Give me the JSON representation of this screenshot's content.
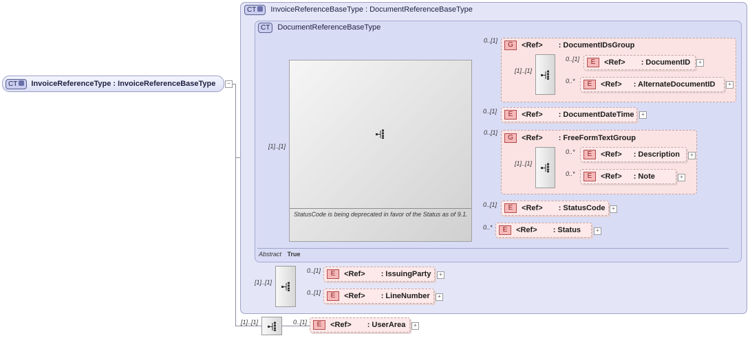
{
  "root": {
    "badge": "CT",
    "title": "InvoiceReferenceType : InvoiceReferenceBaseType"
  },
  "outer_ct": {
    "badge": "CT",
    "title": "InvoiceReferenceBaseType : DocumentReferenceBaseType"
  },
  "inner_ct": {
    "badge": "CT",
    "title": "DocumentReferenceBaseType",
    "annotation": "StatusCode is being deprecated in favor of the Status as of 9.1.",
    "abstract_label": "Abstract",
    "abstract_value": "True"
  },
  "ref": "<Ref>",
  "groups": {
    "doc_ids": {
      "tag": "G",
      "name": ": DocumentIDsGroup",
      "card": "0..[1]",
      "seq_card": "[1]..[1]"
    },
    "free_form": {
      "tag": "G",
      "name": ": FreeFormTextGroup",
      "card": "0..[1]",
      "seq_card": "[1]..[1]"
    }
  },
  "elements": {
    "document_id": {
      "tag": "E",
      "name": ": DocumentID",
      "card": "0..[1]"
    },
    "alternate_document_id": {
      "tag": "E",
      "name": ": AlternateDocumentID",
      "card": "0..*"
    },
    "document_date_time": {
      "tag": "E",
      "name": ": DocumentDateTime",
      "card": "0..[1]"
    },
    "description": {
      "tag": "E",
      "name": ": Description",
      "card": "0..*"
    },
    "note": {
      "tag": "E",
      "name": ": Note",
      "card": "0..*"
    },
    "status_code": {
      "tag": "E",
      "name": ": StatusCode",
      "card": "0..[1]"
    },
    "status": {
      "tag": "E",
      "name": ": Status",
      "card": "0..*"
    },
    "issuing_party": {
      "tag": "E",
      "name": ": IssuingParty",
      "card": "0..[1]"
    },
    "line_number": {
      "tag": "E",
      "name": ": LineNumber",
      "card": "0..[1]"
    },
    "user_area": {
      "tag": "E",
      "name": ": UserArea",
      "card": "0..[1]"
    }
  },
  "sequences": {
    "main": "[1]..[1]",
    "base": "[1]..[1]",
    "root": "[1]..[1]"
  },
  "expand_symbol": "+",
  "collapse_symbol": "−"
}
